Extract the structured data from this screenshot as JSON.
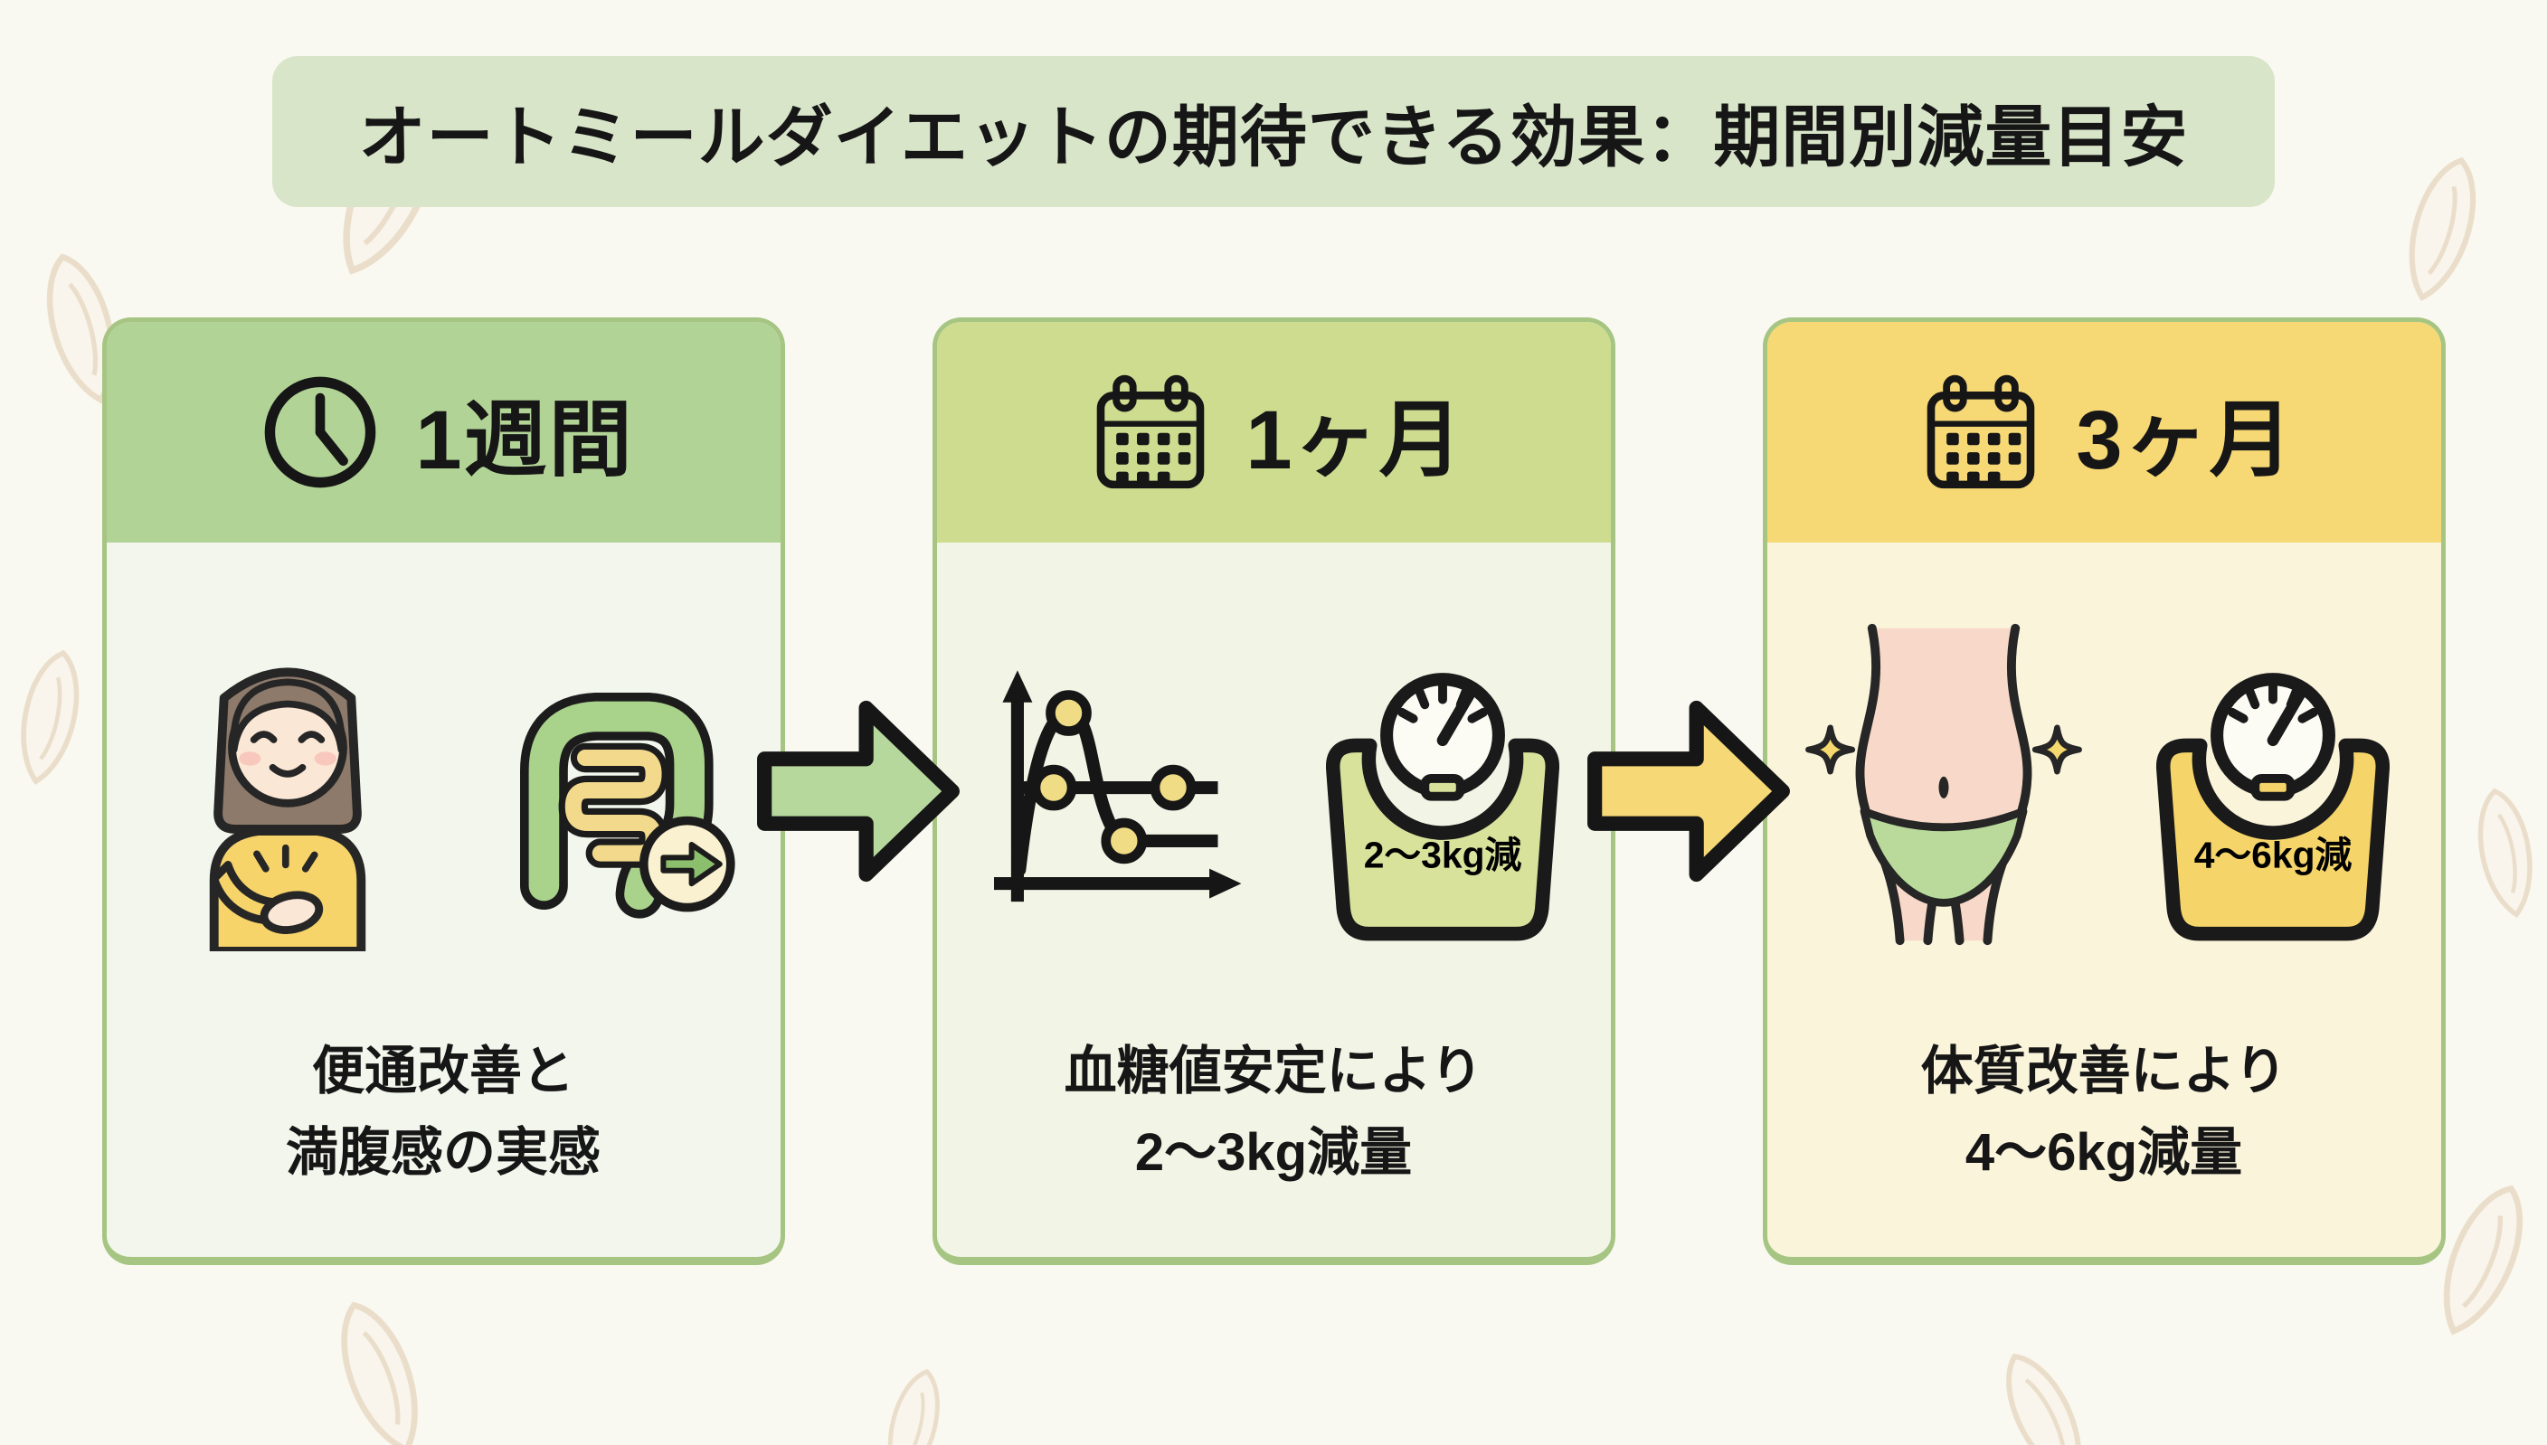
{
  "title": "オートミールダイエットの期待できる効果：期間別減量目安",
  "cards": [
    {
      "period": "1週間",
      "header_icon": "clock",
      "caption_line1": "便通改善と",
      "caption_line2": "満腹感の実感",
      "header_color": "#b2d396",
      "body_color": "#f2f6ec",
      "border_color": "#a6c583"
    },
    {
      "period": "1ヶ月",
      "header_icon": "calendar",
      "scale_badge": "2〜3kg減",
      "caption_line1": "血糖値安定により",
      "caption_line2": "2〜3kg減量",
      "header_color": "#cddc8f",
      "body_color": "#f2f5e5",
      "border_color": "#a6c583"
    },
    {
      "period": "3ヶ月",
      "header_icon": "calendar",
      "scale_badge": "4〜6kg減",
      "caption_line1": "体質改善により",
      "caption_line2": "4〜6kg減量",
      "header_color": "#f6d875",
      "body_color": "#faf4db",
      "border_color": "#a6c583"
    }
  ],
  "arrows": [
    {
      "direction": "right",
      "color": "#b6d89d"
    },
    {
      "direction": "right",
      "color": "#f6d877"
    }
  ],
  "colors": {
    "background": "#faf9f1",
    "title_banner": "#d8e5c9",
    "text": "#161616",
    "oat_outline": "#dcc9ab",
    "scale_green": "#d9e29b",
    "scale_yellow": "#f5d569",
    "intestine_green": "#a9d28b",
    "intestine_yellow": "#f2d98b"
  }
}
